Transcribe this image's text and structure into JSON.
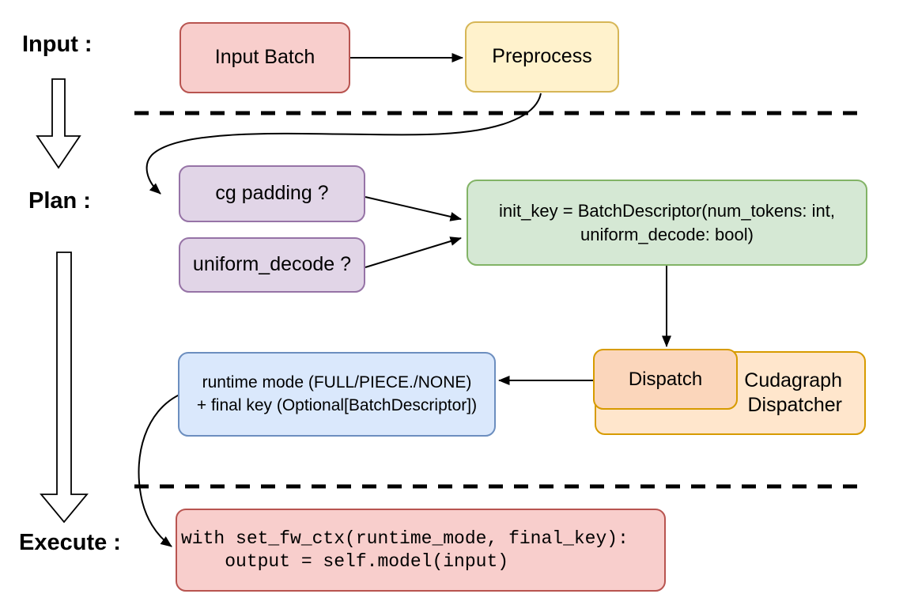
{
  "colors": {
    "red_fill": "#f8cecc",
    "red_border": "#b85450",
    "yellow_fill": "#fff2cc",
    "yellow_border": "#d6b656",
    "purple_fill": "#e1d5e7",
    "purple_border": "#9673a6",
    "green_fill": "#d5e8d4",
    "green_border": "#82b366",
    "blue_fill": "#dae8fc",
    "blue_border": "#6c8ebf",
    "orange_fill": "#ffe6cc",
    "orange_inner_fill": "#fbd6bb",
    "orange_border": "#d79b00",
    "line": "#000000"
  },
  "sections": {
    "input_label": "Input :",
    "plan_label": "Plan :",
    "execute_label": "Execute :"
  },
  "nodes": {
    "input_batch": {
      "label": "Input Batch"
    },
    "preprocess": {
      "label": "Preprocess"
    },
    "cg_padding": {
      "label": "cg padding ?"
    },
    "uniform_decode": {
      "label": "uniform_decode ?"
    },
    "init_key": {
      "line1": "init_key = BatchDescriptor(num_tokens: int,",
      "line2": "uniform_decode: bool)"
    },
    "dispatch": {
      "label": "Dispatch"
    },
    "cudagraph_dispatcher": {
      "line1": "Cudagraph",
      "line2": "Dispatcher"
    },
    "runtime_mode": {
      "line1": "runtime mode (FULL/PIECE./NONE)",
      "line2": "+ final key (Optional[BatchDescriptor])"
    },
    "execute_code": {
      "line1": "with set_fw_ctx(runtime_mode, final_key):",
      "line2": "    output = self.model(input)"
    }
  }
}
